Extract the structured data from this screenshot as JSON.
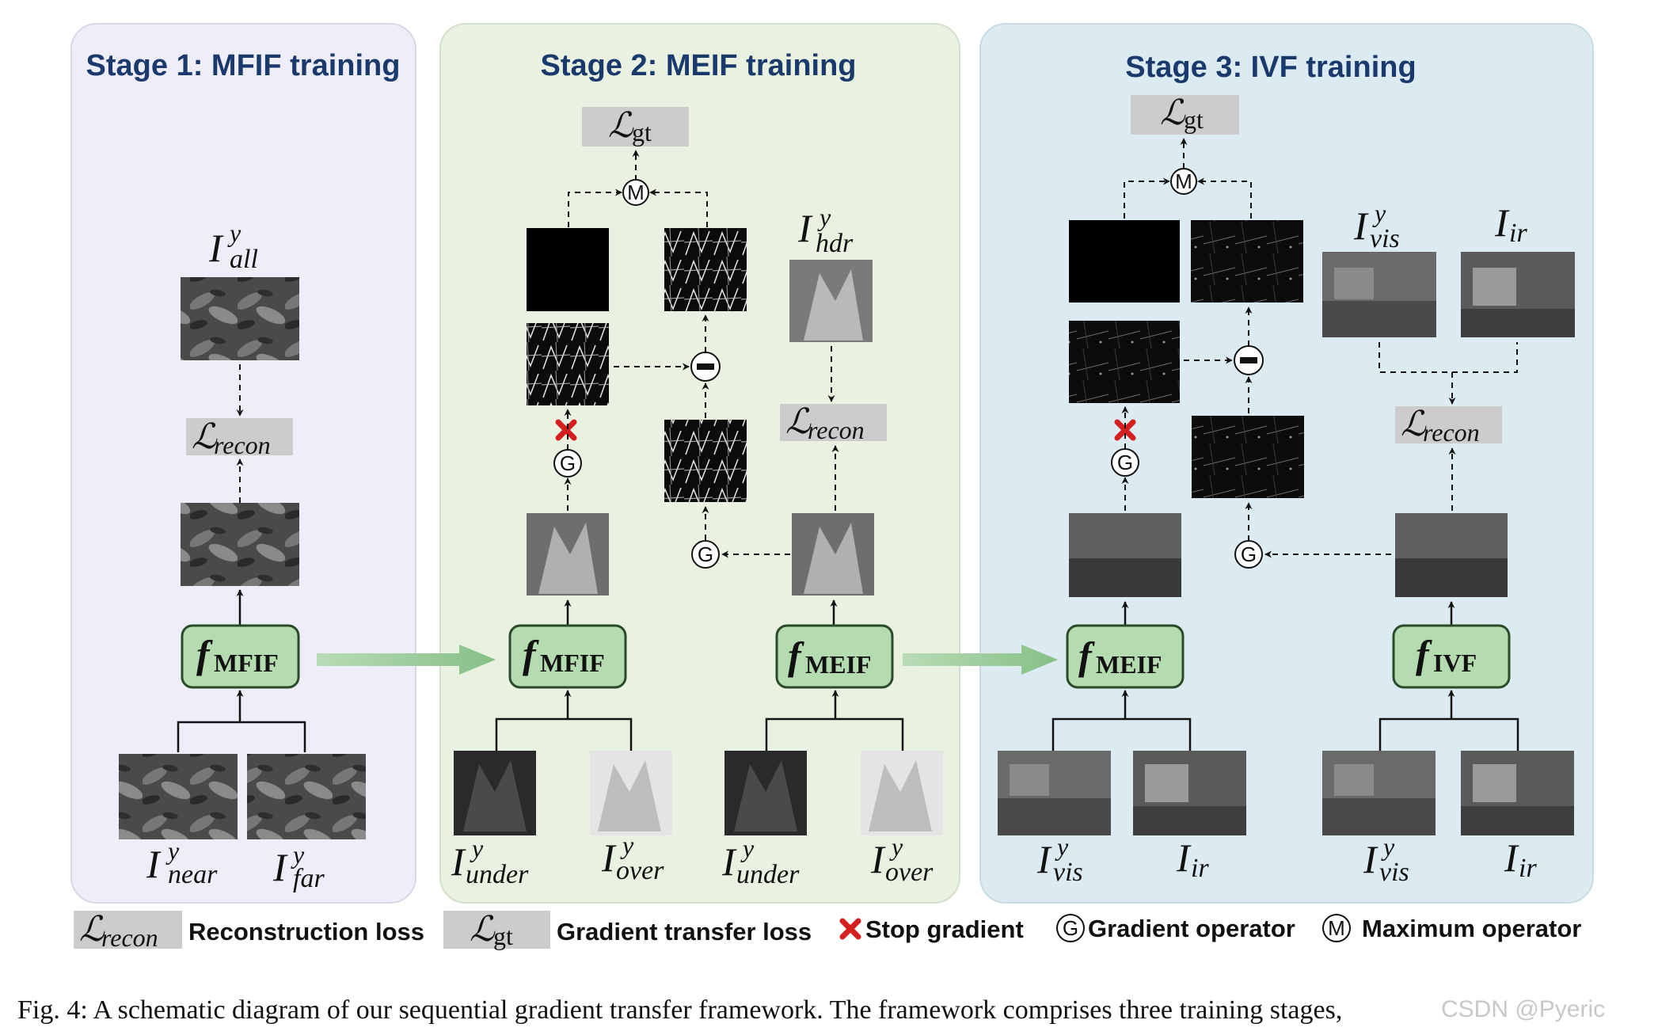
{
  "stages": [
    {
      "title": "Stage 1: MFIF training",
      "bg": "#eeeefa"
    },
    {
      "title": "Stage 2: MEIF training",
      "bg": "#e9f2e1"
    },
    {
      "title": "Stage 3: IVF training",
      "bg": "#dcebf2"
    }
  ],
  "labels": {
    "all_I": "I",
    "all_sup": "y",
    "all_sub": "all",
    "near_I": "I",
    "near_sup": "y",
    "near_sub": "near",
    "far_I": "I",
    "far_sup": "y",
    "far_sub": "far",
    "hdr_I": "I",
    "hdr_sup": "y",
    "hdr_sub": "hdr",
    "under_I": "I",
    "under_sup": "y",
    "under_sub": "under",
    "over_I": "I",
    "over_sup": "y",
    "over_sub": "over",
    "vis_I": "I",
    "vis_sup": "y",
    "vis_sub": "vis",
    "ir_I": "I",
    "ir_sub": "ir"
  },
  "losses": {
    "L": "ℒ",
    "recon": "recon",
    "gt": "gt"
  },
  "functions": {
    "f": "f",
    "mfif": "MFIF",
    "meif": "MEIF",
    "ivf": "IVF"
  },
  "operators": {
    "gradient": "G",
    "maximum": "M"
  },
  "legend": {
    "recon": "Reconstruction loss",
    "gt": "Gradient transfer loss",
    "stop": "Stop  gradient",
    "gradient": "Gradient operator",
    "maximum": "Maximum operator"
  },
  "caption": {
    "line1": "Fig. 4: A schematic diagram of our sequential gradient transfer framework. The framework comprises three training stages,"
  },
  "watermark": "CSDN @Pyeric",
  "colors": {
    "title": "#1a3a6e",
    "function_box": "#b5dcb0",
    "function_border": "#2a4a2a",
    "loss_box": "#cccccc",
    "stage_arrow": "#9bc79a",
    "stop": "#d42020"
  }
}
